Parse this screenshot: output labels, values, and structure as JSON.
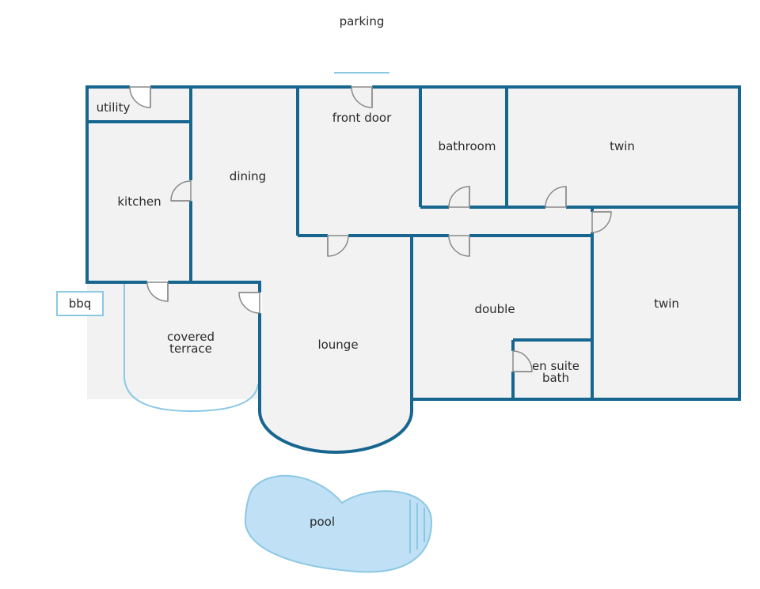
{
  "labels": {
    "parking": "parking",
    "utility": "utility",
    "kitchen": "kitchen",
    "dining": "dining",
    "front_door": "front door",
    "bathroom": "bathroom",
    "twin_top": "twin",
    "twin_right": "twin",
    "double": "double",
    "ensuite_line1": "en suite",
    "ensuite_line2": "bath",
    "lounge": "lounge",
    "covered_line1": "covered",
    "covered_line2": "terrace",
    "bbq": "bbq",
    "pool": "pool"
  },
  "colors": {
    "wall": "#17668f",
    "outdoor_outline": "#8cc8e4",
    "floor": "#f3f2f2",
    "pool_fill": "#bfe0f5",
    "door": "#8a8a8a",
    "text": "#2b2b2b"
  }
}
